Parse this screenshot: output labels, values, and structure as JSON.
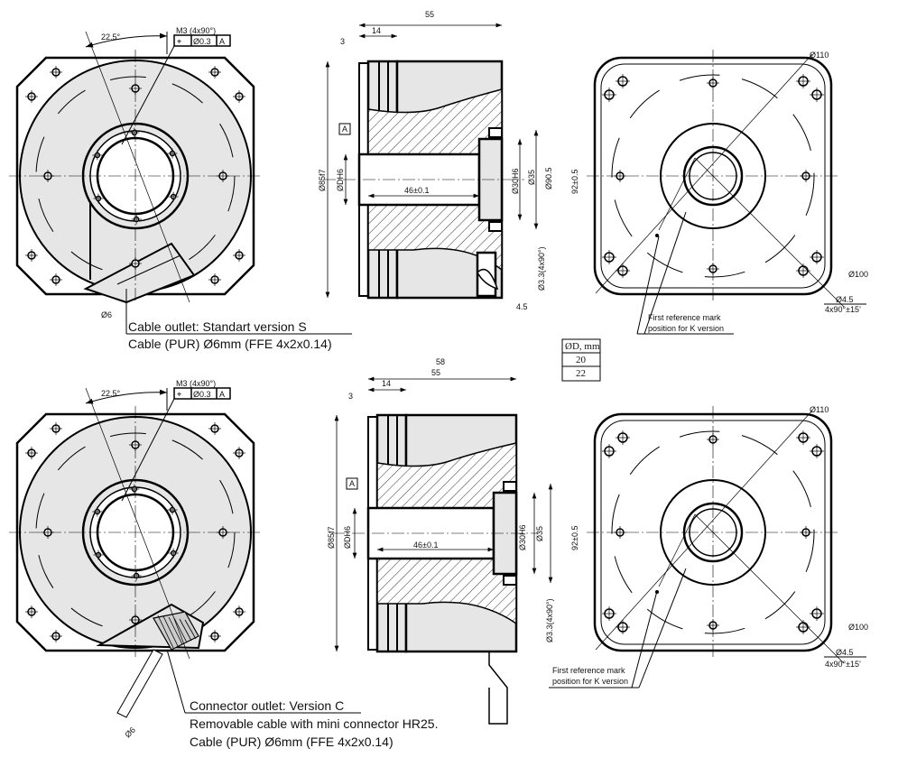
{
  "colors": {
    "body": "#e6e6e6",
    "line": "#000000",
    "white": "#ffffff"
  },
  "top": {
    "front": {
      "angle": "22.5°",
      "thread_note": "M3 (4x90°)",
      "fcf": [
        "⌖",
        "Ø0.3",
        "A"
      ],
      "cable_dia": "Ø6",
      "outlet_lines": [
        "Cable outlet: Standart version  S",
        "Cable (PUR) Ø6mm (FFE 4x2x0.14)"
      ]
    },
    "side": {
      "len_total": "55",
      "len_flange": "14",
      "len_step": "3",
      "datum": "A",
      "d_body": "Ø85f7",
      "d_bore": "ØDH6",
      "depth": "46±0.1",
      "d_recess": "Ø30H6",
      "d_35": "Ø35",
      "d_905": "Ø90.5",
      "holes": "Ø3.3(4x90°)",
      "offset": "4.5"
    },
    "rear": {
      "d110": "Ø110",
      "square": "92±0.5",
      "d100": "Ø100",
      "d45": "Ø4.5",
      "angle_tol": "4x90°±15'",
      "ref_lines": [
        "First reference mark",
        "position for K version"
      ]
    }
  },
  "table": {
    "header": "ØD, mm",
    "rows": [
      "20",
      "22"
    ]
  },
  "bottom": {
    "front": {
      "angle": "22.5°",
      "thread_note": "M3 (4x90°)",
      "fcf": [
        "⌖",
        "Ø0.3",
        "A"
      ],
      "cable_dia": "Ø6",
      "outlet_lines": [
        "Connector outlet: Version C",
        "Removable cable with mini connector HR25.",
        "Cable (PUR) Ø6mm (FFE 4x2x0.14)"
      ]
    },
    "side": {
      "len_total": "58",
      "len_55": "55",
      "len_flange": "14",
      "len_step": "3",
      "datum": "A",
      "d_body": "Ø85f7",
      "d_bore": "ØDH6",
      "depth": "46±0.1",
      "d_recess": "Ø30H6",
      "d_35": "Ø35",
      "holes": "Ø3.3(4x90°)"
    },
    "rear": {
      "d110": "Ø110",
      "square": "92±0.5",
      "d100": "Ø100",
      "d45": "Ø4.5",
      "angle_tol": "4x90°±15'",
      "ref_lines": [
        "First reference mark",
        "position for K version"
      ]
    }
  }
}
